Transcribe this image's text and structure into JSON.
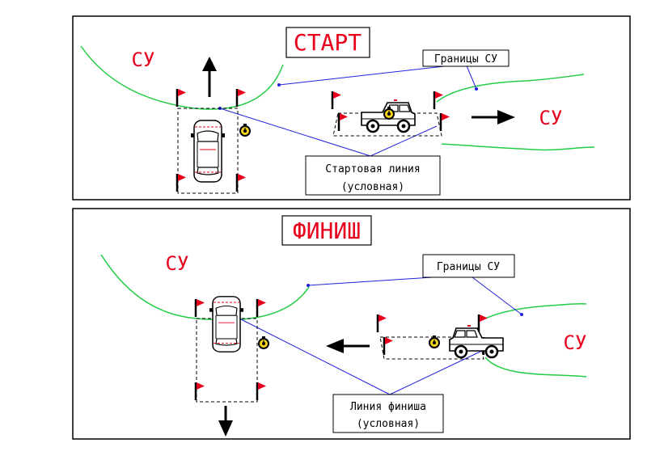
{
  "colors": {
    "frame": "#000000",
    "panel_fill": "#ffffff",
    "section_title": "#e8001c",
    "zone_label": "#e8001c",
    "boundary_curve": "#22cc44",
    "callout_line": "#2222dd",
    "flag": "#e8001c",
    "dashed_box": "#000000",
    "timer_fill": "#f2d21a"
  },
  "start_panel": {
    "title": "СТАРТ",
    "zone_left": "СУ",
    "zone_right": "СУ",
    "boundary_callout": "Границы СУ",
    "line_callout_line1": "Стартовая линия",
    "line_callout_line2": "(условная)"
  },
  "finish_panel": {
    "title": "ФИНИШ",
    "zone_left": "СУ",
    "zone_right": "СУ",
    "boundary_callout": "Границы СУ",
    "line_callout_line1": "Линия финиша",
    "line_callout_line2": "(условная)"
  },
  "icons": {
    "flag": "flag-icon",
    "stopwatch": "stopwatch-icon",
    "car": "car-topview-icon",
    "suv": "suv-sideview-icon",
    "arrow": "arrow-icon"
  }
}
